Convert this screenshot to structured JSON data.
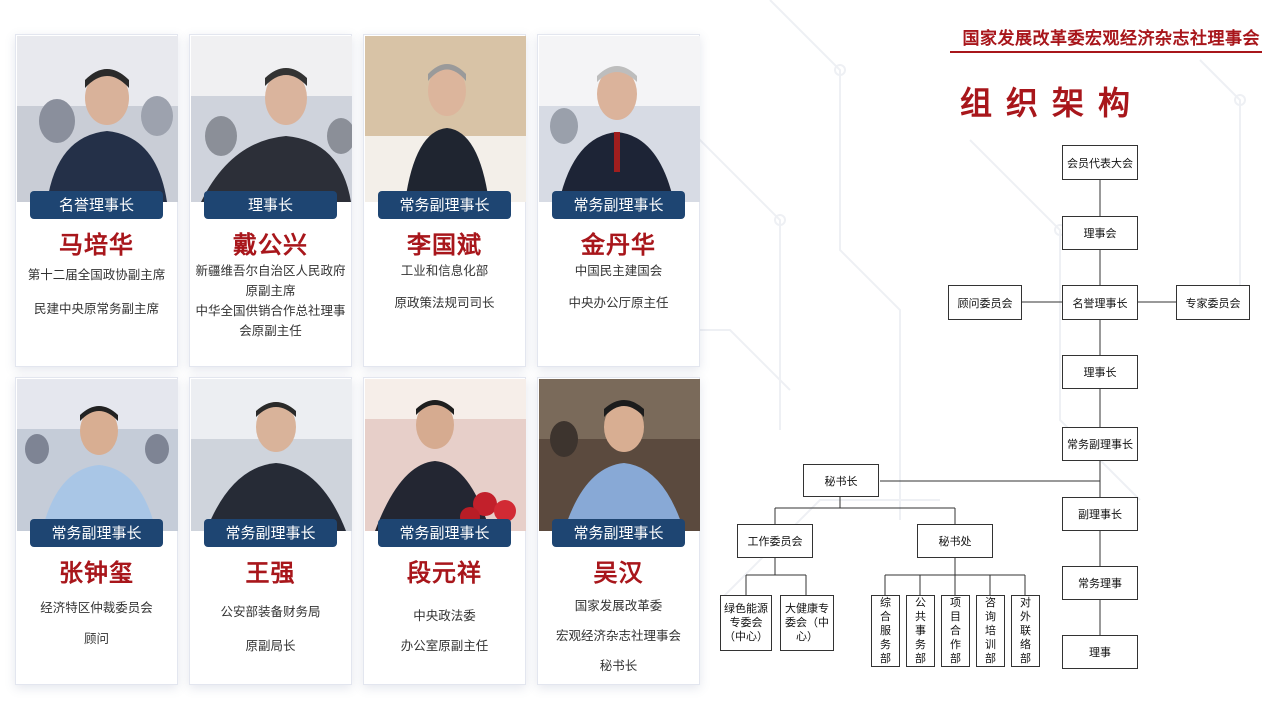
{
  "header": {
    "org_name": "国家发展改革委宏观经济杂志社理事会",
    "section_title": "组织架构"
  },
  "colors": {
    "accent_red": "#a8161b",
    "badge_blue": "#1e4572"
  },
  "people": [
    {
      "role": "名誉理事长",
      "name": "马培华",
      "lines": [
        "第十二届全国政协副主席",
        "民建中央原常务副主席"
      ]
    },
    {
      "role": "理事长",
      "name": "戴公兴",
      "lines": [
        "新疆维吾尔自治区人民政府",
        "原副主席",
        "中华全国供销合作总社理事",
        "会原副主任"
      ]
    },
    {
      "role": "常务副理事长",
      "name": "李国斌",
      "lines": [
        "工业和信息化部",
        "原政策法规司司长"
      ]
    },
    {
      "role": "常务副理事长",
      "name": "金丹华",
      "lines": [
        "中国民主建国会",
        "中央办公厅原主任"
      ]
    },
    {
      "role": "常务副理事长",
      "name": "张钟玺",
      "lines": [
        "经济特区仲裁委员会",
        "顾问"
      ]
    },
    {
      "role": "常务副理事长",
      "name": "王强",
      "lines": [
        "公安部装备财务局",
        "原副局长"
      ]
    },
    {
      "role": "常务副理事长",
      "name": "段元祥",
      "lines": [
        "中央政法委",
        "办公室原副主任"
      ]
    },
    {
      "role": "常务副理事长",
      "name": "吴汉",
      "lines": [
        "国家发展改革委",
        "宏观经济杂志社理事会",
        "秘书长"
      ]
    }
  ],
  "org_chart": {
    "assembly": "会员代表大会",
    "council": "理事会",
    "advisory_committee": "顾问委员会",
    "honorary_chairman": "名誉理事长",
    "expert_committee": "专家委员会",
    "chairman": "理事长",
    "executive_vice_chairman": "常务副理事长",
    "secretary_general": "秘书长",
    "vice_chairman": "副理事长",
    "working_committee": "工作委员会",
    "secretariat": "秘书处",
    "standing_director": "常务理事",
    "director": "理事",
    "green_energy": "绿色能源专委会（中心）",
    "big_health": "大健康专委会（中心）",
    "general_services": "综合服务部",
    "public_affairs": "公共事务部",
    "project_cooperation": "项目合作部",
    "consulting_training": "咨询培训部",
    "external_liaison": "对外联络部"
  }
}
